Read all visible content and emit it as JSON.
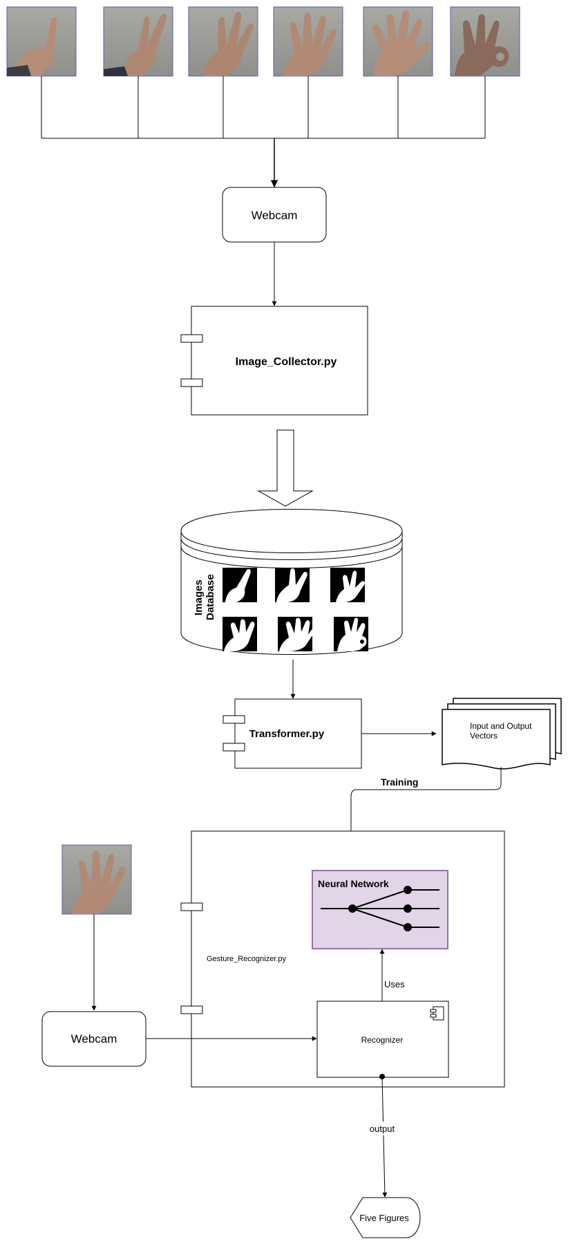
{
  "labels": {
    "webcam_top": "Webcam",
    "image_collector": "Image_Collector.py",
    "images_database_line1": "Images",
    "images_database_line2": "Database",
    "transformer": "Transformer.py",
    "vectors_line1": "Input and Output",
    "vectors_line2": "Vectors",
    "training": "Training",
    "neural_network": "Neural Network",
    "gesture_recognizer": "Gesture_Recognizer.py",
    "uses": "Uses",
    "recognizer": "Recognizer",
    "webcam_bottom": "Webcam",
    "output": "output",
    "five_figures": "Five Figures"
  },
  "gesture_photos": [
    "one-finger-gesture",
    "two-finger-gesture",
    "three-finger-gesture",
    "four-finger-gesture",
    "five-finger-gesture",
    "ok-gesture"
  ],
  "colors": {
    "neural_fill": "#e1d5e7",
    "neural_stroke": "#9673a6",
    "photo_border": "#5a5ab0"
  }
}
